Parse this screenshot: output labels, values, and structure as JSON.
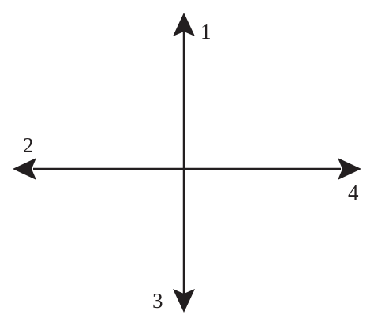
{
  "diagram": {
    "labels": {
      "up": "1",
      "left": "2",
      "down": "3",
      "right": "4"
    },
    "colors": {
      "stroke": "#231f20",
      "background": "#ffffff"
    }
  }
}
